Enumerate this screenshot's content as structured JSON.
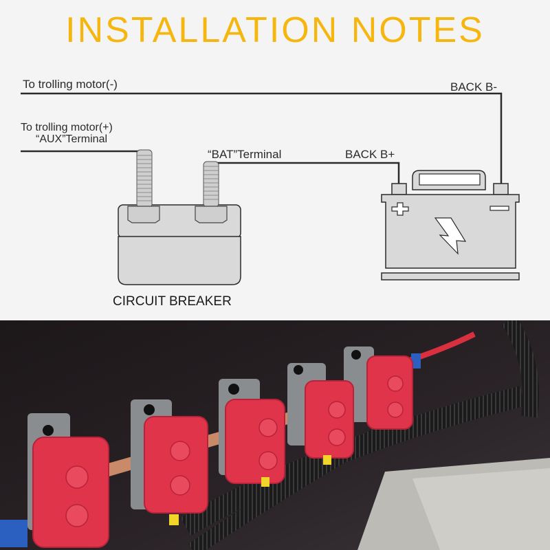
{
  "title": "INSTALLATION NOTES",
  "diagram": {
    "labels": {
      "neg_motor": "To trolling motor(-)",
      "pos_motor_line1": "To trolling motor(+)",
      "pos_motor_line2": "“AUX”Terminal",
      "bat_terminal": "“BAT”Terminal",
      "back_b_plus": "BACK B+",
      "back_b_minus": "BACK B-",
      "breaker_caption": "CIRCUIT BREAKER"
    },
    "colors": {
      "title": "#f5b70f",
      "line": "#2a2a2a",
      "component_fill": "#d9d9d9",
      "background": "#f4f4f4"
    },
    "battery_symbols": {
      "positive": "+",
      "negative": "−",
      "icon": "lightning-bolt"
    }
  },
  "photo": {
    "description": "Five circuit breakers with red rubber terminal covers mounted on grey brackets, linked by a copper bus bar, with black corrugated wire loom",
    "breaker_count": 5,
    "colors": {
      "covers": "#e0344a",
      "bus_bar": "#c98a6a",
      "loom": "#1a1a1a",
      "bracket": "#8a8d8f",
      "panel": "#241e22"
    }
  }
}
